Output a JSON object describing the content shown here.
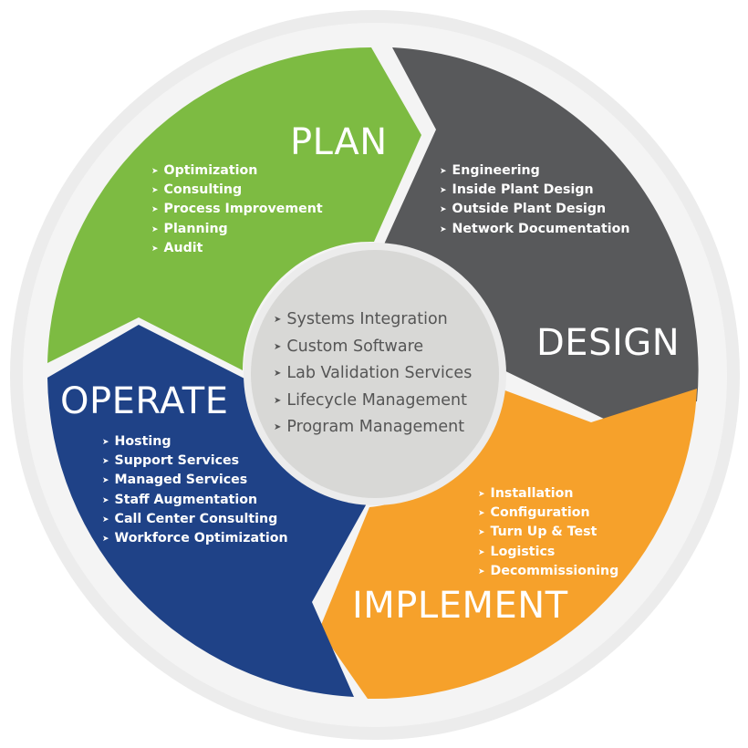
{
  "colors": {
    "plan": "#7dbb42",
    "design": "#58595b",
    "implement": "#f6a12b",
    "operate": "#1f4287",
    "center": "#d8d8d6",
    "ring": "#ececec",
    "text_light": "#ffffff",
    "text_center": "#555555"
  },
  "phases": {
    "plan": {
      "title": "PLAN",
      "items": [
        "Optimization",
        "Consulting",
        "Process Improvement",
        "Planning",
        "Audit"
      ]
    },
    "design": {
      "title": "DESIGN",
      "items": [
        "Engineering",
        "Inside Plant Design",
        "Outside Plant Design",
        "Network Documentation"
      ]
    },
    "implement": {
      "title": "IMPLEMENT",
      "items": [
        "Installation",
        "Configuration",
        "Turn Up & Test",
        "Logistics",
        "Decommissioning"
      ]
    },
    "operate": {
      "title": "OPERATE",
      "items": [
        "Hosting",
        "Support Services",
        "Managed Services",
        "Staff Augmentation",
        "Call Center Consulting",
        "Workforce Optimization"
      ]
    }
  },
  "center": {
    "items": [
      "Systems Integration",
      "Custom Software",
      "Lab Validation Services",
      "Lifecycle Management",
      "Program Management"
    ]
  }
}
